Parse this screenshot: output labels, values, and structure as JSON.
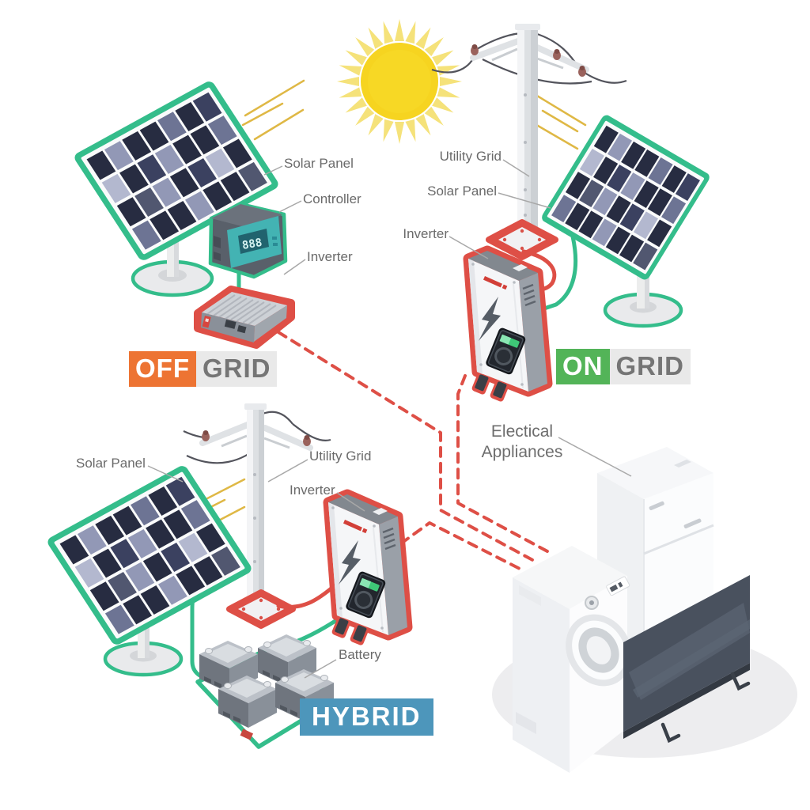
{
  "palette": {
    "wire_green": "#34BD8B",
    "wire_red": "#DE4F46",
    "badge_orange": "#ED7433",
    "badge_green": "#53B458",
    "badge_blue": "#4D96BB",
    "badge_gray_bg": "#E9E9E9",
    "badge_gray_text": "#757575",
    "label_text": "#6A6A6A",
    "sun_core": "#F6D420",
    "sun_rays": "#F5E27A"
  },
  "badges": {
    "offgrid": {
      "prefix": "OFF",
      "suffix": "GRID"
    },
    "ongrid": {
      "prefix": "ON",
      "suffix": "GRID"
    },
    "hybrid": {
      "label": "HYBRID"
    }
  },
  "annotations": {
    "offgrid": {
      "solar_panel": "Solar Panel",
      "controller": "Controller",
      "inverter": "Inverter"
    },
    "ongrid": {
      "utility_grid": "Utility Grid",
      "solar_panel": "Solar Panel",
      "inverter": "Inverter"
    },
    "hybrid": {
      "solar_panel": "Solar Panel",
      "utility_grid": "Utility Grid",
      "inverter": "Inverter",
      "battery": "Battery"
    },
    "appliances": {
      "line1": "Electical",
      "line2": "Appliances"
    }
  },
  "devices": {
    "controller_display": "888"
  }
}
